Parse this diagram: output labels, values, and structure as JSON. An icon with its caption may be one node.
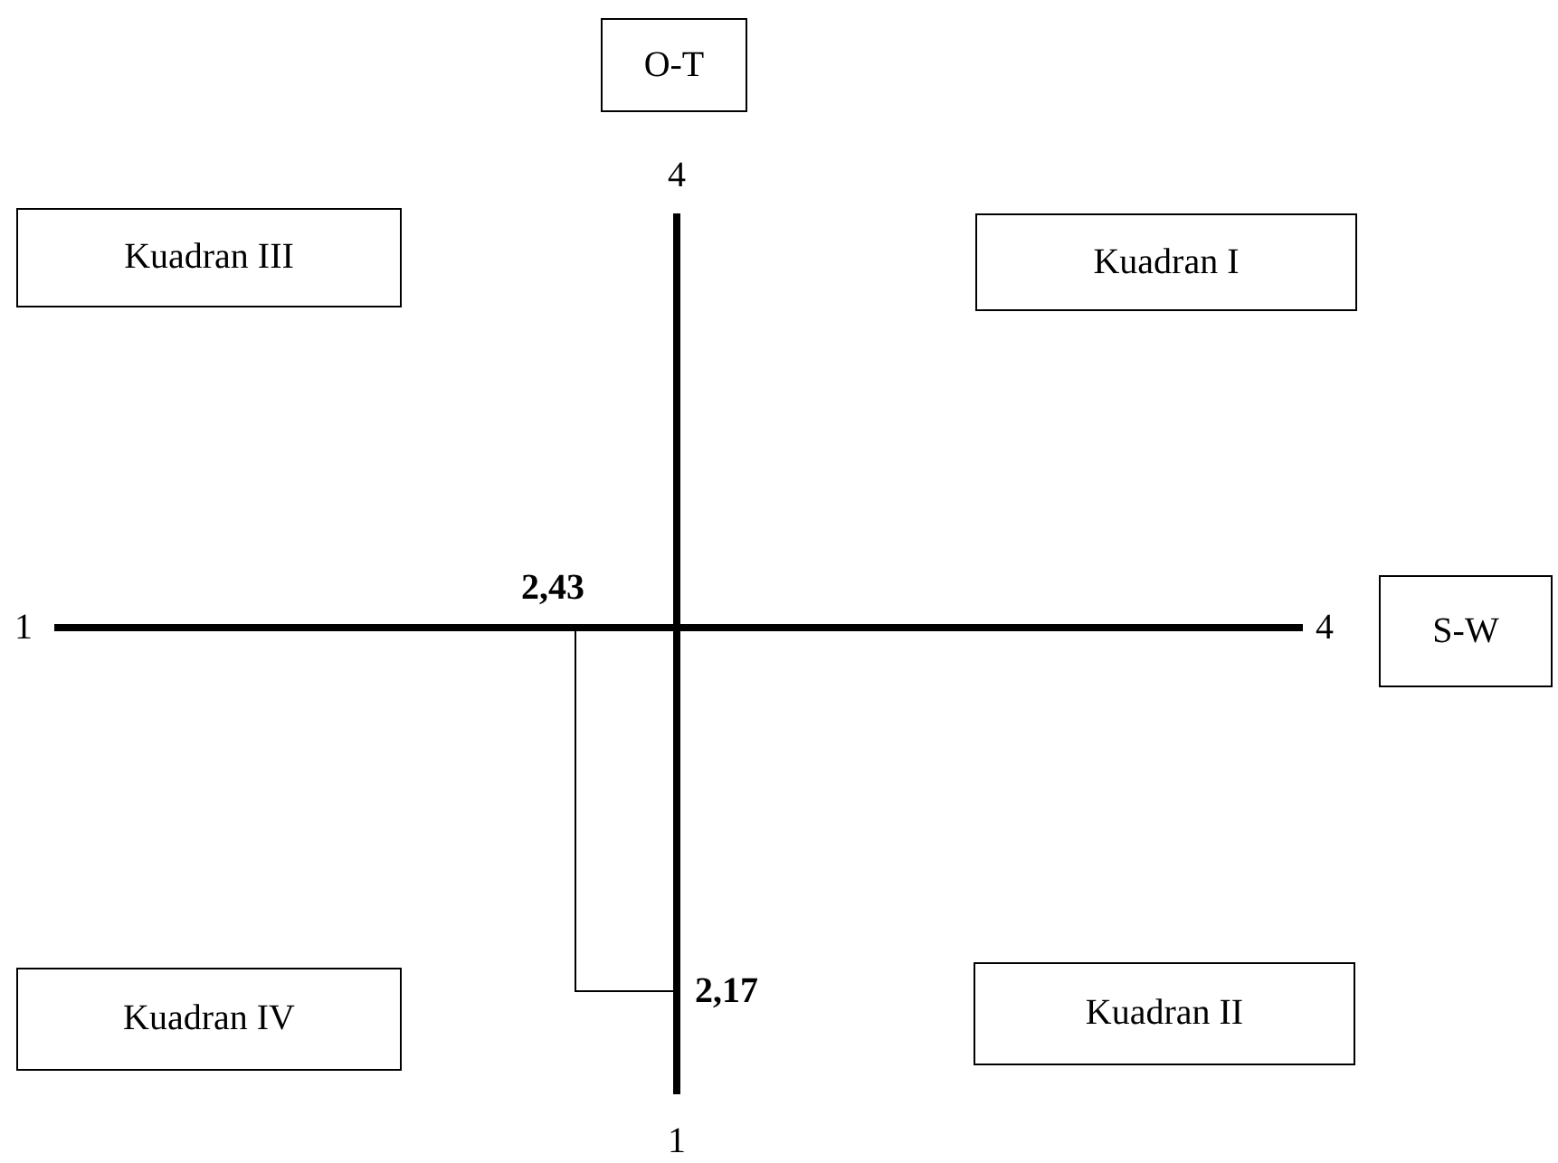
{
  "diagram": {
    "nodes": [
      {
        "text": [
          "O-T"
        ]
      },
      {
        "text": [
          "Kuadran III"
        ]
      },
      {
        "text": [
          "Kuadran I"
        ]
      },
      {
        "text": [
          "S-W"
        ]
      },
      {
        "text": [
          "Kuadran IV"
        ]
      },
      {
        "text": [
          "Kuadran II"
        ]
      }
    ],
    "labels": [
      "4",
      "1",
      "2,43",
      "4",
      "2,17",
      "1"
    ]
  }
}
